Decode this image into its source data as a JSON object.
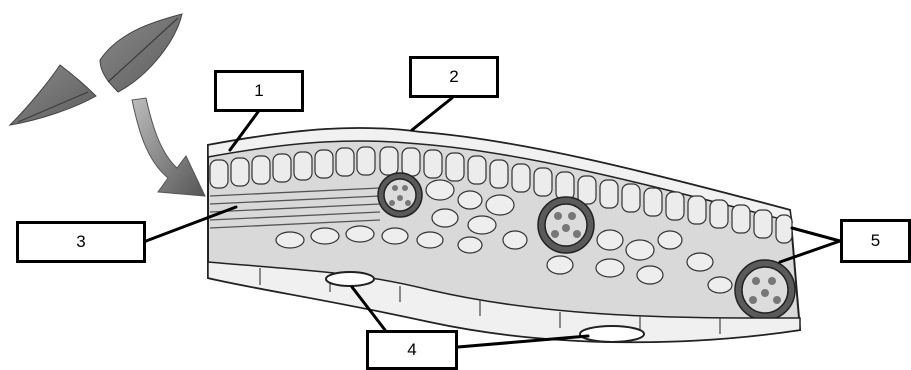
{
  "labels": {
    "l1": "1",
    "l2": "2",
    "l3": "3",
    "l4": "4",
    "l5": "5"
  },
  "colors": {
    "leaf": "#6e6e6e",
    "arrow": "#7a7a7a",
    "cell_fill": "#e9e9e9",
    "cell_outline": "#333333",
    "bundle_fill": "#5a5a5a"
  },
  "icons": {
    "leaf": "leaf-icon",
    "arrow": "curved-arrow-icon"
  }
}
